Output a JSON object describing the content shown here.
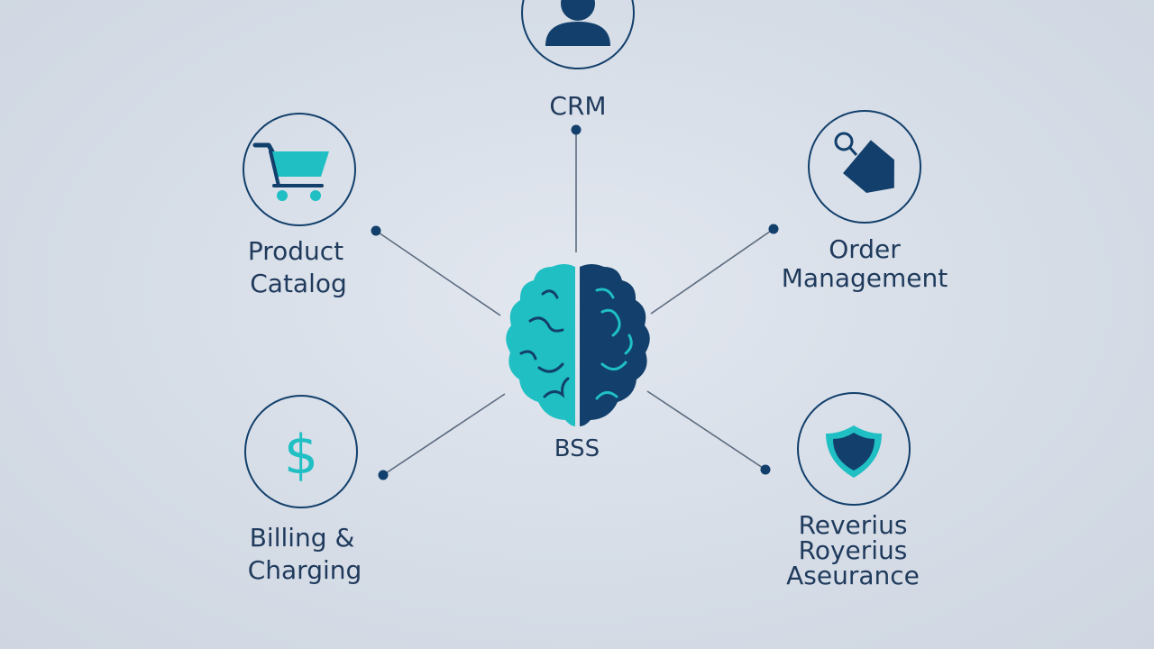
{
  "center": {
    "label": "BSS",
    "icon": "brain-icon",
    "left_color": "#1fbfc4",
    "right_color": "#123f6b"
  },
  "nodes": {
    "crm": {
      "label": "CRM",
      "icon": "user-icon"
    },
    "product_catalog": {
      "label_line1": "Product",
      "label_line2": "Catalog",
      "icon": "shopping-cart-icon"
    },
    "order_management": {
      "label_line1": "Order",
      "label_line2": "Management",
      "icon": "price-tag-icon"
    },
    "billing_charging": {
      "label_line1": "Billing &",
      "label_line2": "Charging",
      "icon": "dollar-sign-icon"
    },
    "revenue_assurance": {
      "label_line1": "Reverius",
      "label_line2": "Royerius",
      "label_line3": "Aseurance",
      "icon": "shield-icon"
    }
  },
  "colors": {
    "navy": "#123f6b",
    "teal": "#1fbfc4",
    "line": "#5c6b7e",
    "text": "#1f3a5c"
  }
}
